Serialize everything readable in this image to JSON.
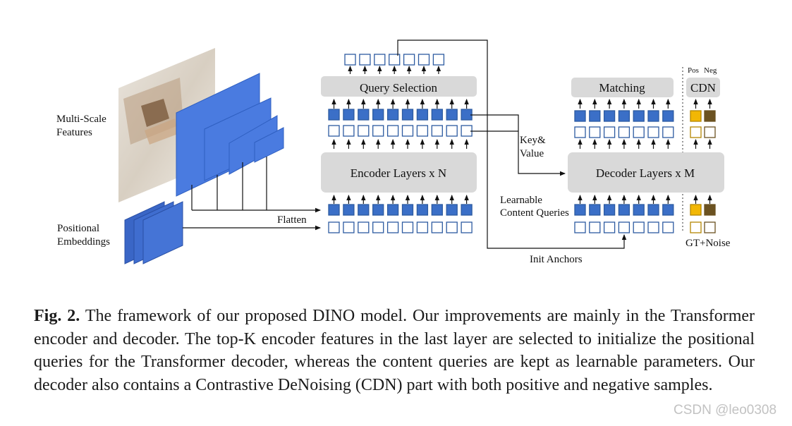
{
  "labels": {
    "multi_scale_1": "Multi-Scale",
    "multi_scale_2": "Features",
    "positional_1": "Positional",
    "positional_2": "Embeddings",
    "flatten": "Flatten",
    "query_selection": "Query Selection",
    "encoder": "Encoder Layers x N",
    "key_value_1": "Key&",
    "key_value_2": "Value",
    "learnable_1": "Learnable",
    "learnable_2": "Content Queries",
    "decoder": "Decoder Layers x M",
    "matching": "Matching",
    "cdn": "CDN",
    "pos": "Pos",
    "neg": "Neg",
    "gt_noise": "GT+Noise",
    "init_anchors": "Init Anchors"
  },
  "caption": {
    "prefix": "Fig. 2.",
    "text": "The framework of our proposed DINO model. Our improvements are mainly in the Transformer encoder and decoder. The top-K encoder features in the last layer are selected to initialize the positional queries for the Transformer decoder, whereas the content queries are kept as learnable parameters. Our decoder also contains a Contrastive DeNoising (CDN) part with both positive and negative samples."
  },
  "watermark": "CSDN @leo0308",
  "colors": {
    "token_blue": "#3b6fc7",
    "token_border": "#2c5aa0",
    "box_gray": "#d9d9d9",
    "pos_yellow": "#f2b705",
    "neg_brown": "#6b5221",
    "feature_blue": "#4a7be0"
  }
}
